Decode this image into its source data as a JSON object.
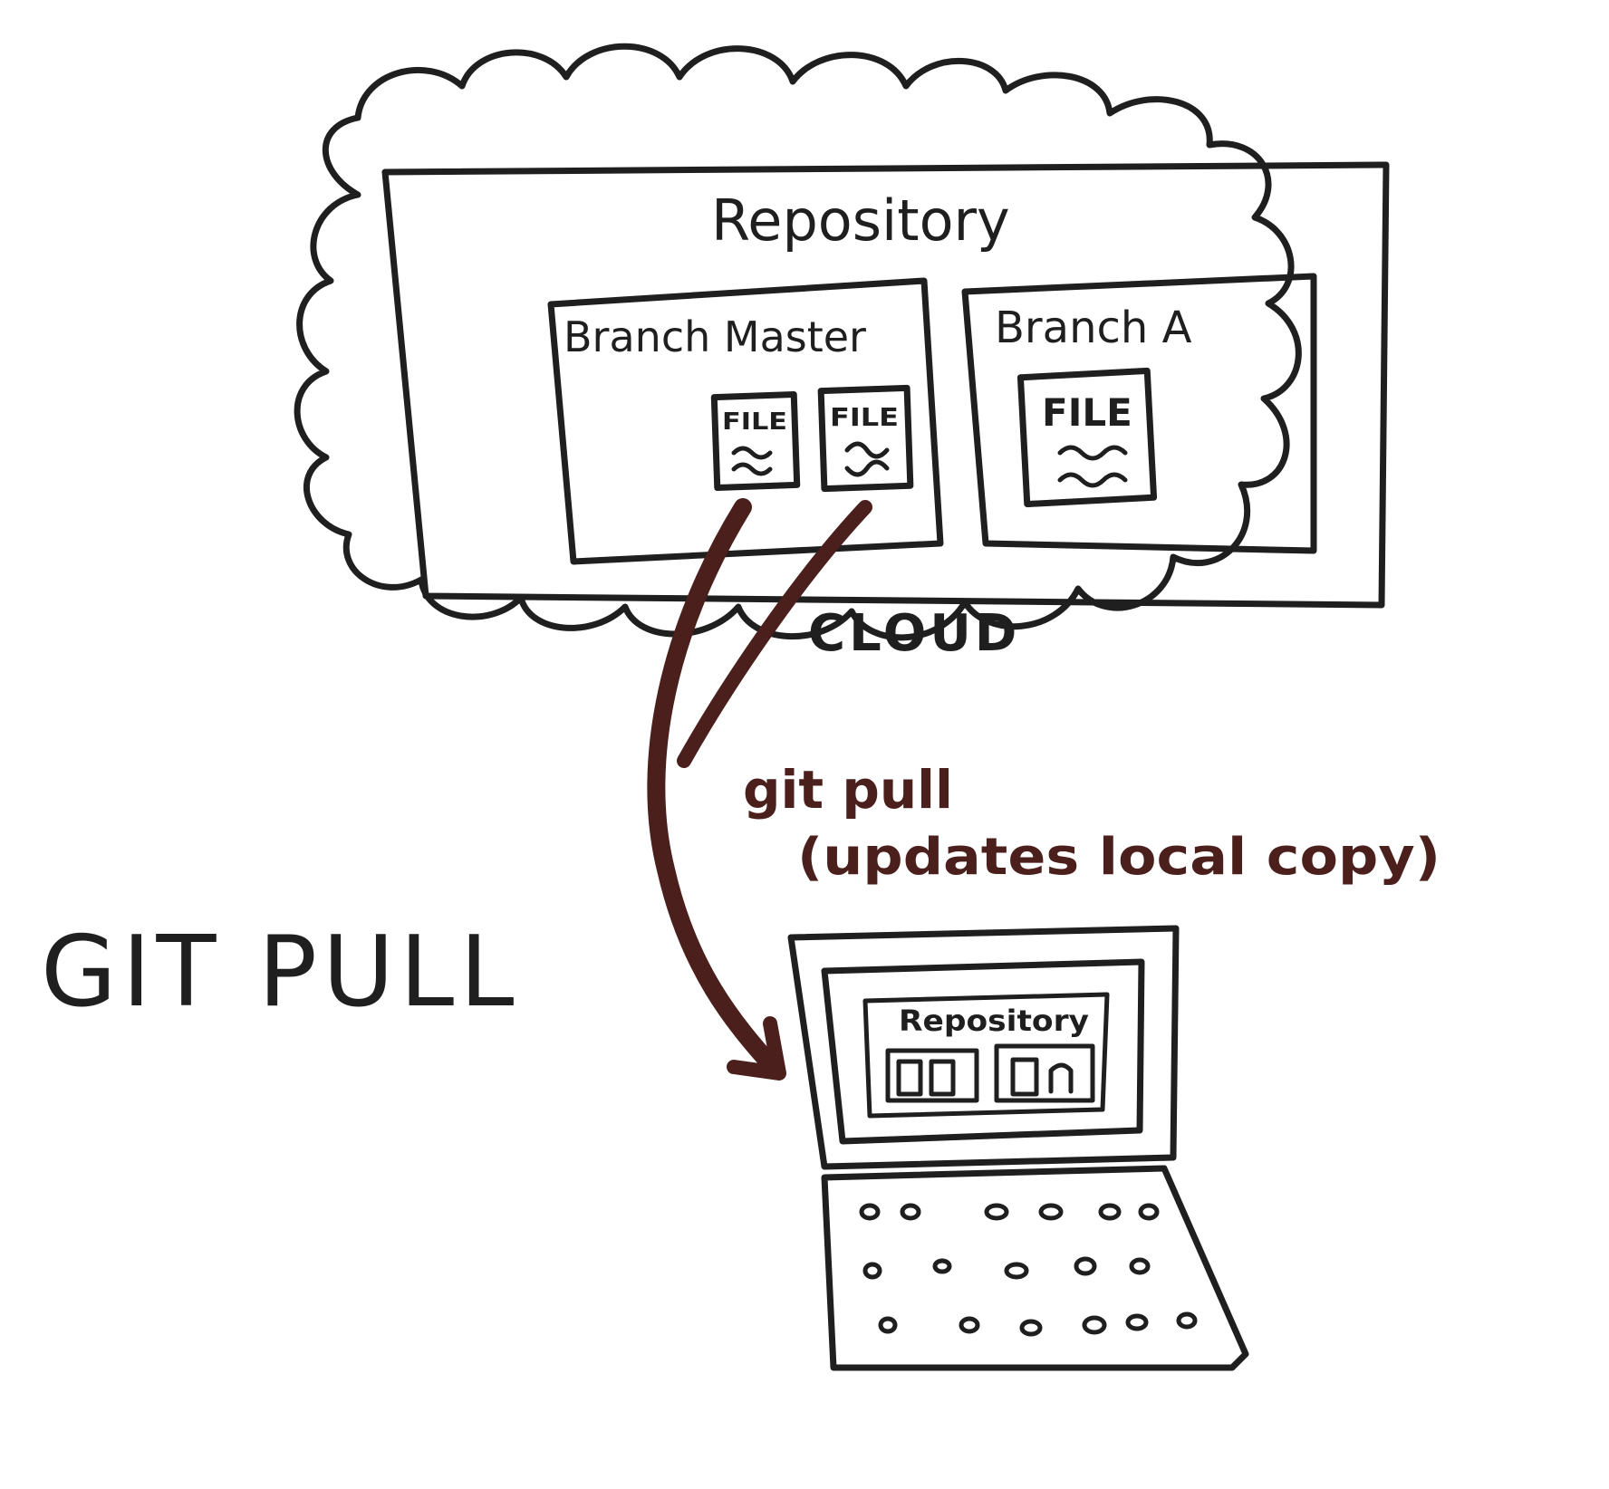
{
  "diagram": {
    "title": "GIT PULL",
    "cloud": {
      "label": "CLOUD",
      "repository_label": "Repository",
      "branches": [
        {
          "label": "Branch Master",
          "files": [
            "FILE",
            "FILE"
          ]
        },
        {
          "label": "Branch A",
          "files": [
            "FILE"
          ]
        }
      ]
    },
    "arrow": {
      "command": "git pull",
      "description": "(updates local copy)"
    },
    "laptop": {
      "repository_label": "Repository"
    },
    "colors": {
      "ink": "#1f1f1f",
      "arrow": "#4a1f1c",
      "background": "#ffffff"
    }
  }
}
